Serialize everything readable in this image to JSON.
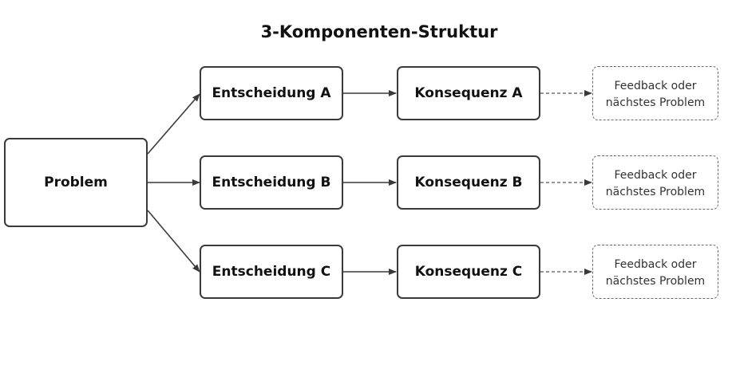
{
  "title": "3-Komponenten-Struktur",
  "problem": {
    "label": "Problem"
  },
  "branches": [
    {
      "decision": "Entscheidung A",
      "consequence": "Konsequenz A",
      "feedback": "Feedback oder\nnächstes Problem"
    },
    {
      "decision": "Entscheidung B",
      "consequence": "Konsequenz B",
      "feedback": "Feedback oder\nnächstes Problem"
    },
    {
      "decision": "Entscheidung C",
      "consequence": "Konsequenz C",
      "feedback": "Feedback oder\nnächstes Problem"
    }
  ],
  "colors": {
    "border": "#3a3a3a",
    "dashed_border": "#6a6a6a",
    "arrow": "#3a3a3a",
    "background": "#ffffff"
  }
}
